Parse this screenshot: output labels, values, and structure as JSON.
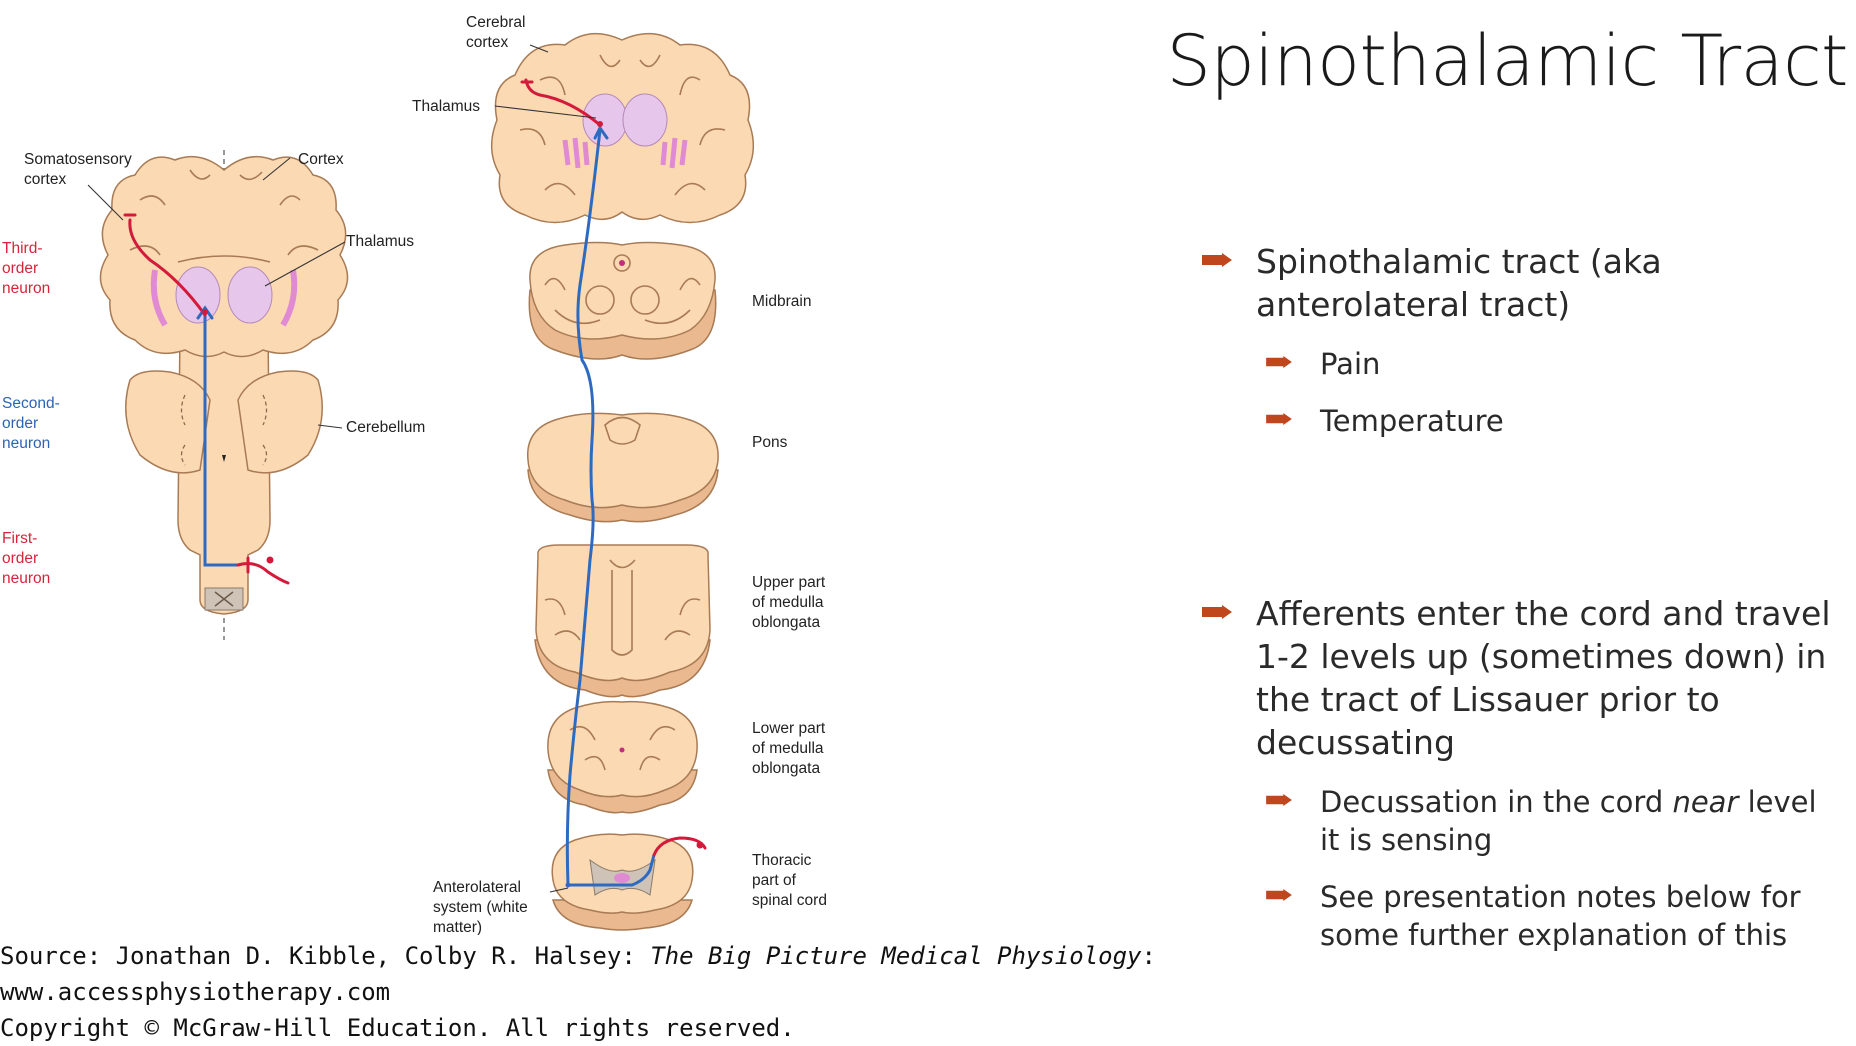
{
  "slide": {
    "title": "Spinothalamic Tract",
    "accent_color": "#c0461d",
    "bullets_top": [
      {
        "text": "Spinothalamic tract (aka anterolateral tract)",
        "sub": [
          "Pain",
          "Temperature"
        ]
      }
    ],
    "bullets_bottom": [
      {
        "text": "Afferents enter the cord and travel 1-2 levels up (sometimes down) in the tract of Lissauer prior to decussating",
        "sub": [
          {
            "before": "Decussation in the cord ",
            "em": "near",
            "after": " level it is sensing"
          },
          {
            "before": "See presentation notes below for some further explanation of this",
            "em": "",
            "after": ""
          }
        ]
      }
    ]
  },
  "figure": {
    "left_labels": {
      "somatosensory_cortex_1": "Somatosensory",
      "somatosensory_cortex_2": "cortex",
      "cortex": "Cortex",
      "thalamus": "Thalamus",
      "cerebellum": "Cerebellum",
      "third_order_1": "Third-",
      "third_order_2": "order",
      "third_order_3": "neuron",
      "second_order_1": "Second-",
      "second_order_2": "order",
      "second_order_3": "neuron",
      "first_order_1": "First-",
      "first_order_2": "order",
      "first_order_3": "neuron"
    },
    "right_labels": {
      "cerebral_cortex_1": "Cerebral",
      "cerebral_cortex_2": "cortex",
      "thalamus": "Thalamus",
      "midbrain": "Midbrain",
      "pons": "Pons",
      "upper_medulla_1": "Upper part",
      "upper_medulla_2": "of medulla",
      "upper_medulla_3": "oblongata",
      "lower_medulla_1": "Lower part",
      "lower_medulla_2": "of medulla",
      "lower_medulla_3": "oblongata",
      "thoracic_1": "Thoracic",
      "thoracic_2": "part of",
      "thoracic_3": "spinal cord",
      "anterolateral_1": "Anterolateral",
      "anterolateral_2": "system (white",
      "anterolateral_3": "matter)"
    },
    "neuron_colors": {
      "first_order": "#d41a3a",
      "second_order": "#2e6bc0",
      "third_order": "#d41a3a"
    }
  },
  "source": {
    "line1_prefix": "Source: Jonathan D. Kibble, Colby R. Halsey: ",
    "line1_italic": "The Big Picture Medical Physiology",
    "line1_suffix": ":",
    "line2": "www.accessphysiotherapy.com",
    "line3": "Copyright © McGraw-Hill Education. All rights reserved."
  }
}
